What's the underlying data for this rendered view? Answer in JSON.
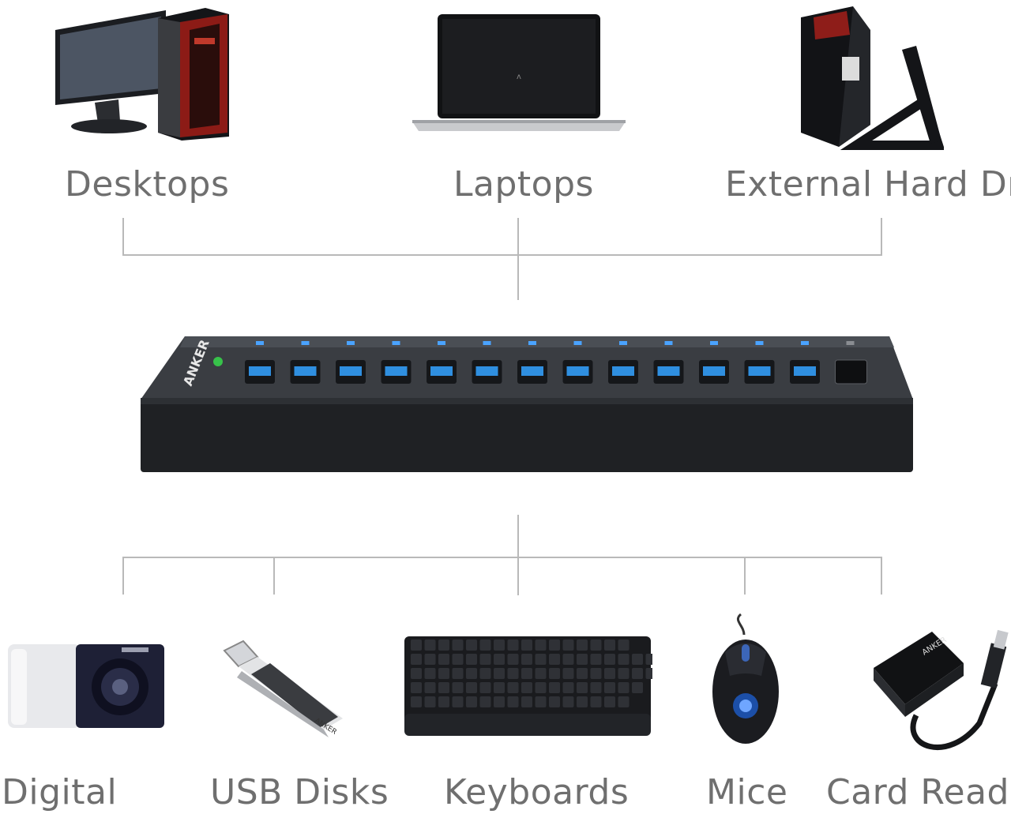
{
  "top_devices": [
    {
      "id": "desktops",
      "label": "Desktops"
    },
    {
      "id": "laptops",
      "label": "Laptops"
    },
    {
      "id": "external-hard-drives",
      "label": "External Hard Driv"
    }
  ],
  "bottom_devices": [
    {
      "id": "digital",
      "label": "Digital"
    },
    {
      "id": "usb-disks",
      "label": "USB Disks"
    },
    {
      "id": "keyboards",
      "label": "Keyboards"
    },
    {
      "id": "mice",
      "label": "Mice"
    },
    {
      "id": "card-readers",
      "label": "Card Reade"
    }
  ],
  "hub": {
    "brand": "ANKER",
    "usb3_port_count": 13,
    "charging_port_count": 1,
    "port_color": "#2f8fe0",
    "body_color": "#2a2c30"
  },
  "colors": {
    "label_text": "#6f6f6f",
    "connector_line": "#b9b9b9"
  },
  "icons": [
    "desktop-pc-icon",
    "laptop-icon",
    "external-drive-icon",
    "camera-icon",
    "usb-flash-icon",
    "keyboard-icon",
    "mouse-icon",
    "card-reader-icon"
  ]
}
